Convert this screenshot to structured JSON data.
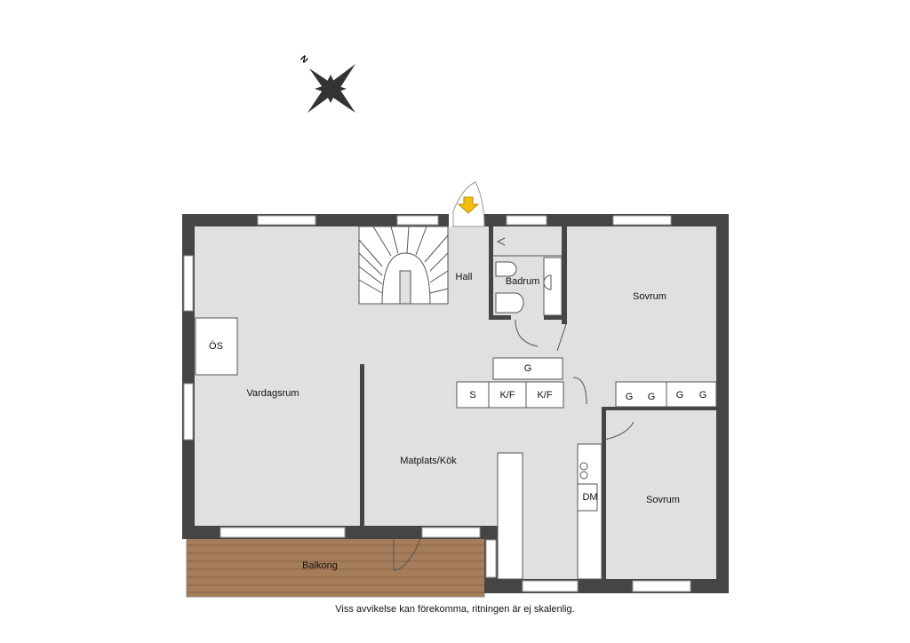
{
  "compass": {
    "north_label": "N"
  },
  "rooms": {
    "living": "Vardagsrum",
    "hall": "Hall",
    "bath": "Badrum",
    "bed1": "Sovrum",
    "kitchen": "Matplats/Kök",
    "bed2": "Sovrum",
    "balcony": "Balkong"
  },
  "fixtures": {
    "fireplace": "ÖS",
    "dishwasher": "DM",
    "wardrobe_hall": "G",
    "counter_s": "S",
    "counter_kf1": "K/F",
    "counter_kf2": "K/F",
    "wardrobe_bed": [
      "G",
      "G",
      "G",
      "G"
    ]
  },
  "disclaimer": "Viss avvikelse kan förekomma, ritningen är ej skalenlig.",
  "colors": {
    "wall": "#454545",
    "floor": "#e0e0e0",
    "wood": "#a57d5a",
    "entrance_arrow": "#f2c00a"
  }
}
